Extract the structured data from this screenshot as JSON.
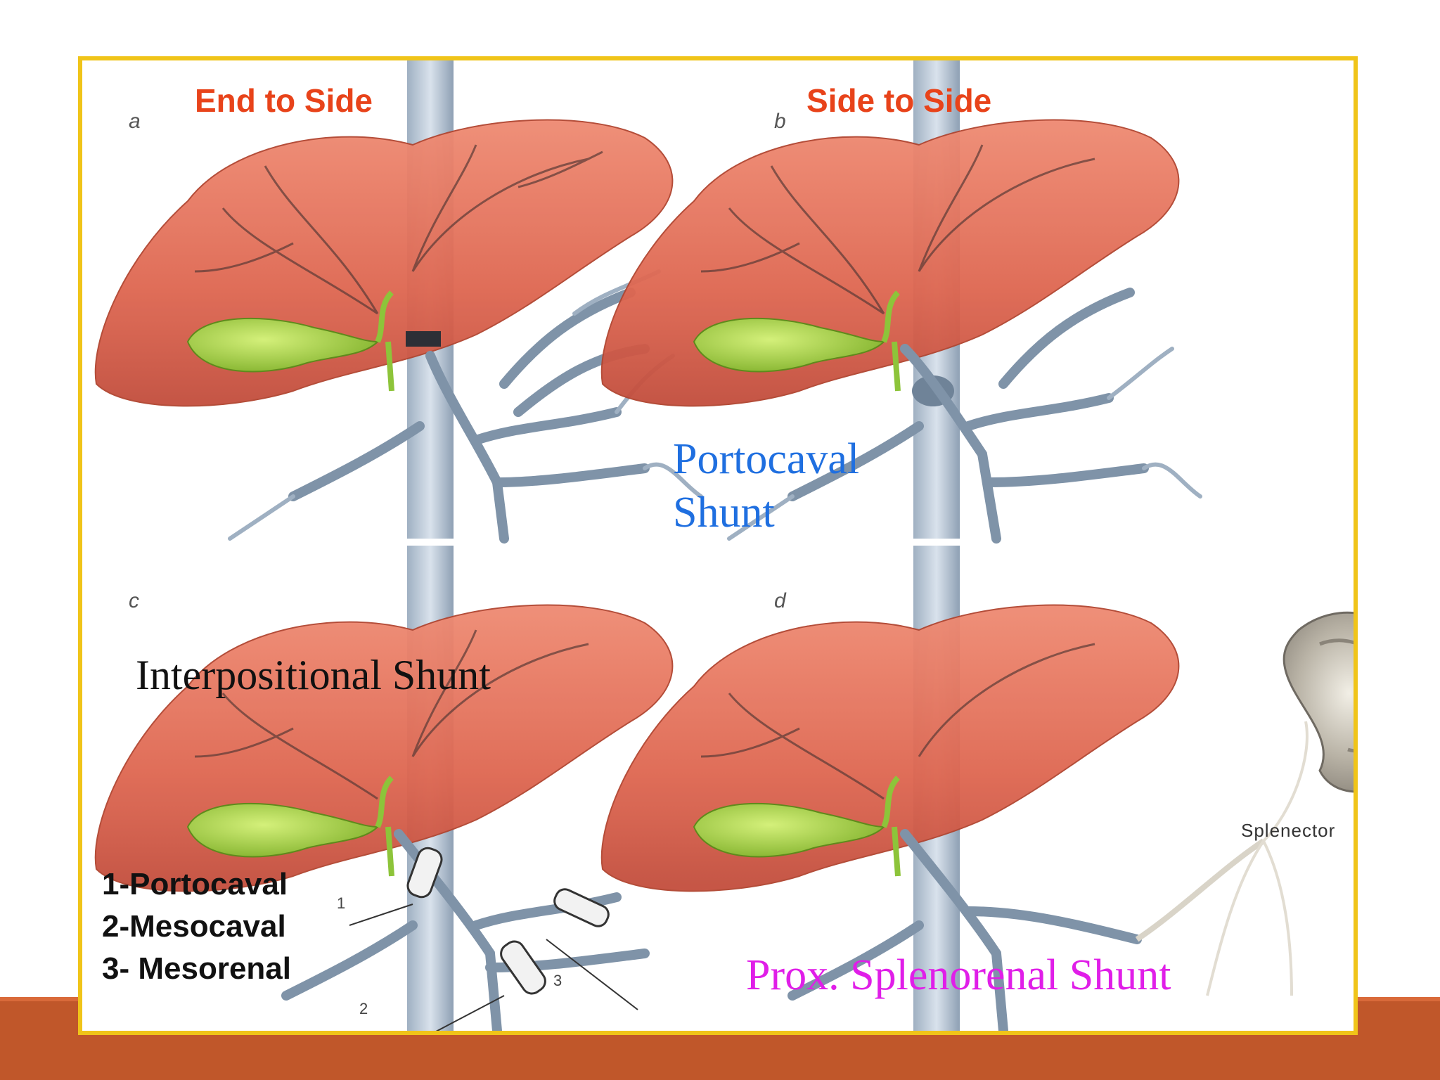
{
  "panels": {
    "a": {
      "letter": "a",
      "title": "End to Side"
    },
    "b": {
      "letter": "b",
      "title": "Side to Side"
    },
    "c": {
      "letter": "c",
      "title": "Interpositional Shunt"
    },
    "d": {
      "letter": "d",
      "title": "Prox. Splenorenal Shunt"
    }
  },
  "portocaval_label": {
    "line1": "Portocaval",
    "line2": "Shunt"
  },
  "shunt_list": [
    "1-Portocaval",
    "2-Mesocaval",
    "3- Mesorenal"
  ],
  "graft_numbers": [
    "1",
    "2",
    "3"
  ],
  "splenectomy_label": "Splenector",
  "colors": {
    "liver": "#e06a55",
    "gallbladder": "#9fcf3a",
    "vessel": "#8fa3b8",
    "frame": "#f0c419",
    "bottom_bar": "#c0572a",
    "title_orange": "#e8431a",
    "portocaval_blue": "#1f6fe0",
    "splenorenal_magenta": "#e01ee8"
  }
}
